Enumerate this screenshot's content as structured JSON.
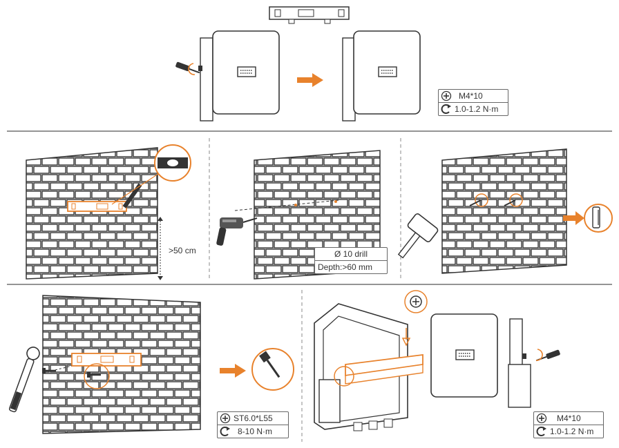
{
  "colors": {
    "accent": "#e8822c",
    "line": "#333333",
    "divider": "#555555"
  },
  "step1": {
    "screw_spec": "M4*10",
    "torque": "1.0-1.2 N·m"
  },
  "step2": {
    "height_label": ">50 cm"
  },
  "step3": {
    "drill_size": "Ø 10 drill",
    "drill_depth": "Depth:>60 mm"
  },
  "step5": {
    "screw_spec": "ST6.0*L55",
    "torque": "8-10 N·m"
  },
  "step6": {
    "screw_spec": "M4*10",
    "torque": "1.0-1.2 N·m"
  },
  "icons": [
    "phillips-screw-icon",
    "torque-arrow-icon",
    "process-arrow-icon",
    "drill-icon",
    "hammer-icon",
    "torque-wrench-icon",
    "expansion-bolt-icon",
    "screwdriver-icon"
  ]
}
